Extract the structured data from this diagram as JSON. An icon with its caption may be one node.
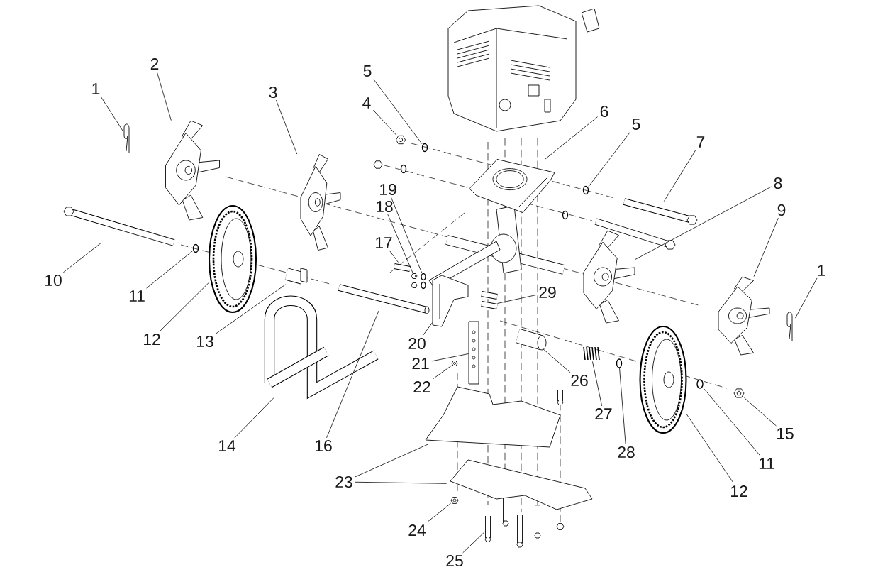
{
  "diagram": {
    "nodes": [
      {
        "text": [
          "1"
        ]
      },
      {
        "text": [
          "2"
        ]
      },
      {
        "text": [
          "3"
        ]
      },
      {
        "text": [
          "4"
        ]
      },
      {
        "text": [
          "5"
        ]
      },
      {
        "text": [
          "6"
        ]
      },
      {
        "text": [
          "5"
        ]
      },
      {
        "text": [
          "7"
        ]
      },
      {
        "text": [
          "8"
        ]
      },
      {
        "text": [
          "9"
        ]
      },
      {
        "text": [
          "1"
        ]
      },
      {
        "text": [
          "10"
        ]
      },
      {
        "text": [
          "11"
        ]
      },
      {
        "text": [
          "12"
        ]
      },
      {
        "text": [
          "13"
        ]
      },
      {
        "text": [
          "14"
        ]
      },
      {
        "text": [
          "15"
        ]
      },
      {
        "text": [
          "16"
        ]
      },
      {
        "text": [
          "17"
        ]
      },
      {
        "text": [
          "18"
        ]
      },
      {
        "text": [
          "19"
        ]
      },
      {
        "text": [
          "20"
        ]
      },
      {
        "text": [
          "21"
        ]
      },
      {
        "text": [
          "22"
        ]
      },
      {
        "text": [
          "23"
        ]
      },
      {
        "text": [
          "24"
        ]
      },
      {
        "text": [
          "25"
        ]
      },
      {
        "text": [
          "26"
        ]
      },
      {
        "text": [
          "27"
        ]
      },
      {
        "text": [
          "28"
        ]
      },
      {
        "text": [
          "11"
        ]
      },
      {
        "text": [
          "12"
        ]
      },
      {
        "text": [
          "29"
        ]
      },
      {
        "text": [],
        "shape": "picture"
      },
      {
        "text": [],
        "shape": "picture"
      },
      {
        "text": [],
        "shape": "picture"
      },
      {
        "text": [],
        "shape": "picture"
      },
      {
        "text": [],
        "shape": "picture"
      },
      {
        "text": [],
        "shape": "picture"
      },
      {
        "text": [],
        "shape": "picture"
      },
      {
        "text": [],
        "shape": "picture"
      },
      {
        "text": [],
        "shape": "picture"
      },
      {
        "text": [],
        "shape": "picture"
      },
      {
        "text": [],
        "shape": "picture"
      },
      {
        "text": [],
        "shape": "picture"
      },
      {
        "text": [],
        "shape": "picture"
      },
      {
        "text": [],
        "shape": "picture"
      },
      {
        "text": [],
        "shape": "picture"
      },
      {
        "text": [],
        "shape": "picture"
      },
      {
        "text": [],
        "shape": "picture"
      },
      {
        "text": [],
        "shape": "picture"
      },
      {
        "text": [],
        "shape": "picture"
      },
      {
        "text": [],
        "shape": "picture"
      },
      {
        "text": [],
        "shape": "picture"
      },
      {
        "text": [],
        "shape": "picture"
      },
      {
        "text": [],
        "shape": "picture"
      },
      {
        "text": [],
        "shape": "picture"
      },
      {
        "text": [],
        "shape": "picture"
      },
      {
        "text": [],
        "shape": "picture"
      },
      {
        "text": [],
        "shape": "picture"
      },
      {
        "text": [],
        "shape": "picture"
      },
      {
        "text": [],
        "shape": "picture"
      },
      {
        "text": [],
        "shape": "picture"
      },
      {
        "text": [],
        "shape": "picture"
      },
      {
        "text": [],
        "shape": "picture"
      },
      {
        "text": [],
        "shape": "picture"
      },
      {
        "text": [],
        "shape": "picture"
      }
    ],
    "edges": [
      {
        "from": 0,
        "to": 33,
        "arrow": "none"
      },
      {
        "from": 1,
        "to": 34,
        "arrow": "none"
      },
      {
        "from": 2,
        "to": 35,
        "arrow": "none"
      },
      {
        "from": 3,
        "to": 36,
        "arrow": "none"
      },
      {
        "from": 4,
        "to": 37,
        "arrow": "none"
      },
      {
        "from": 5,
        "to": 38,
        "arrow": "none"
      },
      {
        "from": 6,
        "to": 39,
        "arrow": "none"
      },
      {
        "from": 7,
        "to": 40,
        "arrow": "none"
      },
      {
        "from": 8,
        "to": 41,
        "arrow": "none"
      },
      {
        "from": 9,
        "to": 42,
        "arrow": "none"
      },
      {
        "from": 10,
        "to": 43,
        "arrow": "none"
      },
      {
        "from": 11,
        "to": 44,
        "arrow": "none"
      },
      {
        "from": 12,
        "to": 45,
        "arrow": "none"
      },
      {
        "from": 13,
        "to": 46,
        "arrow": "none"
      },
      {
        "from": 14,
        "to": 47,
        "arrow": "none"
      },
      {
        "from": 15,
        "to": 48,
        "arrow": "none"
      },
      {
        "from": 16,
        "to": 49,
        "arrow": "none"
      },
      {
        "from": 17,
        "to": 50,
        "arrow": "none"
      },
      {
        "from": 18,
        "to": 51,
        "arrow": "none"
      },
      {
        "from": 19,
        "to": 52,
        "arrow": "none"
      },
      {
        "from": 20,
        "to": 53,
        "arrow": "none"
      },
      {
        "from": 21,
        "to": 54,
        "arrow": "none"
      },
      {
        "from": 22,
        "to": 55,
        "arrow": "none"
      },
      {
        "from": 23,
        "to": 56,
        "arrow": "none"
      },
      {
        "from": 24,
        "to": 57,
        "arrow": "none"
      },
      {
        "from": 24,
        "to": 58,
        "arrow": "none"
      },
      {
        "from": 25,
        "to": 59,
        "arrow": "none"
      },
      {
        "from": 26,
        "to": 60,
        "arrow": "none"
      },
      {
        "from": 27,
        "to": 61,
        "arrow": "none"
      },
      {
        "from": 28,
        "to": 62,
        "arrow": "none"
      },
      {
        "from": 29,
        "to": 63,
        "arrow": "none"
      },
      {
        "from": 30,
        "to": 64,
        "arrow": "none"
      },
      {
        "from": 31,
        "to": 65,
        "arrow": "none"
      },
      {
        "from": 32,
        "to": 66,
        "arrow": "none"
      }
    ]
  }
}
